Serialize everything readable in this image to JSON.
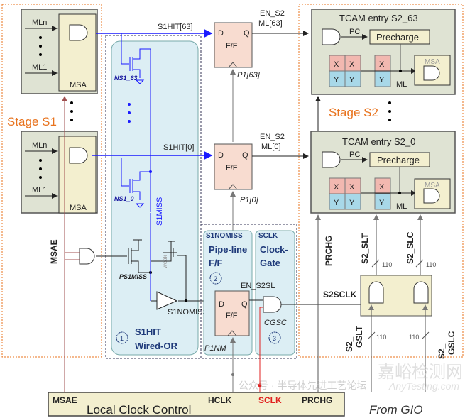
{
  "stage_s1": {
    "label": "Stage S1",
    "msa_top": {
      "inputs": [
        "MLn",
        "ML1"
      ],
      "label": "MSA"
    },
    "msa_bottom": {
      "inputs": [
        "MLn",
        "ML1"
      ],
      "label": "MSA"
    },
    "msae_label": "MSAE"
  },
  "wired_or": {
    "signals": {
      "hit63": "S1HIT[63]",
      "hit0": "S1HIT[0]",
      "miss": "S1MISS",
      "nomiss": "S1NOMISS"
    },
    "transistors": {
      "n63": "NS1_63",
      "n0": "NS1_0",
      "p": "PS1MISS",
      "weak": "weak"
    },
    "badge": "1",
    "title_line1": "S1HIT",
    "title_line2": "Wired-OR"
  },
  "flipflops": {
    "ff63": {
      "d": "D",
      "q": "Q",
      "name": "F/F",
      "label": "P1[63]"
    },
    "ff0": {
      "d": "D",
      "q": "Q",
      "name": "F/F",
      "label": "P1[0]"
    },
    "ffnm": {
      "d": "D",
      "q": "Q",
      "name": "F/F",
      "label": "P1NM"
    }
  },
  "pipeline": {
    "header": "S1NOMISS",
    "title_line1": "Pipe-line",
    "title_line2": "F/F",
    "badge": "2"
  },
  "clockgate": {
    "header": "SCLK",
    "title_line1": "Clock-",
    "title_line2": "Gate",
    "badge": "3",
    "gate_label": "CGSC",
    "en_label": "EN_S2SL"
  },
  "stage_s2": {
    "label": "Stage S2",
    "en63": [
      "EN_S2",
      "ML[63]"
    ],
    "en0": [
      "EN_S2",
      "ML[0]"
    ],
    "entries": [
      {
        "title": "TCAM entry S2_63",
        "pc": "PC",
        "precharge": "Precharge",
        "cells": [
          "X",
          "Y"
        ],
        "ml": "ML",
        "msa": "MSA"
      },
      {
        "title": "TCAM entry S2_0",
        "pc": "PC",
        "precharge": "Precharge",
        "cells": [
          "X",
          "Y"
        ],
        "ml": "ML",
        "msa": "MSA"
      }
    ],
    "prchg": "PRCHG",
    "s2_slt": "S2_SLT",
    "s2_slc": "S2_SLC",
    "s2sclk": "S2SCLK",
    "s2_gslt": [
      "S2_",
      "GSLT"
    ],
    "s2_gslc": [
      "S2_",
      "GSLC"
    ],
    "bus_width": "110"
  },
  "local_clock": {
    "title": "Local Clock Control",
    "msae": "MSAE",
    "hclk": "HCLK",
    "sclk": "SCLK",
    "prchg": "PRCHG",
    "from_gio": "From GIO"
  },
  "colors": {
    "orange": "#e8731e",
    "blue": "#1a1aff",
    "red": "#e02020",
    "sclk_red": "#e02020"
  },
  "watermark": {
    "text1": "公众号 · 半导体先进工艺论坛",
    "text2": "嘉峪检测网",
    "text3": "AnyTesting.com"
  }
}
